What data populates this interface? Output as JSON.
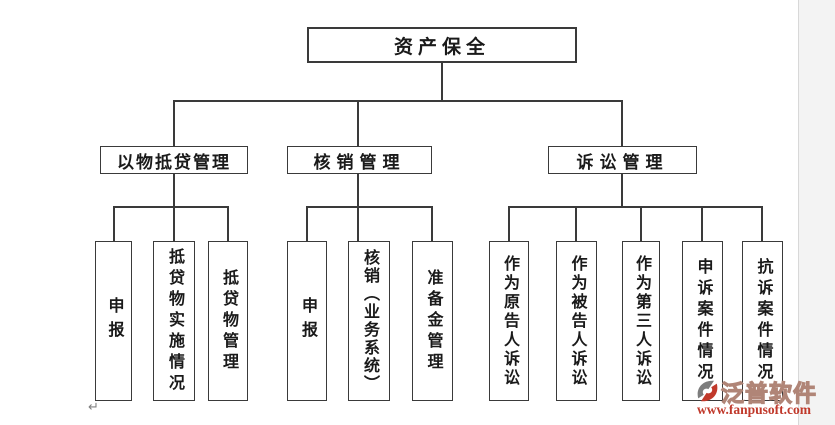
{
  "diagram": {
    "root": "资产保全",
    "branches": [
      {
        "label": "以物抵贷管理",
        "children": [
          "申报",
          "抵贷物实施情况",
          "抵贷物管理"
        ]
      },
      {
        "label": "核销管理",
        "children": [
          "申报",
          "核销（业务系统）",
          "准备金管理"
        ]
      },
      {
        "label": "诉讼管理",
        "children": [
          "作为原告人诉讼",
          "作为被告人诉讼",
          "作为第三人诉讼",
          "申诉案件情况",
          "抗诉案件情况"
        ]
      }
    ]
  },
  "watermark": {
    "brand": "泛普软件",
    "url": "www.fanpusoft.com"
  },
  "artifacts": {
    "paragraph_mark": "↵"
  },
  "colors": {
    "line": "#3a3a3a",
    "box_border": "#3a3a3a",
    "page_margin": "#f3f3f3",
    "watermark_url": "#c0392b"
  }
}
